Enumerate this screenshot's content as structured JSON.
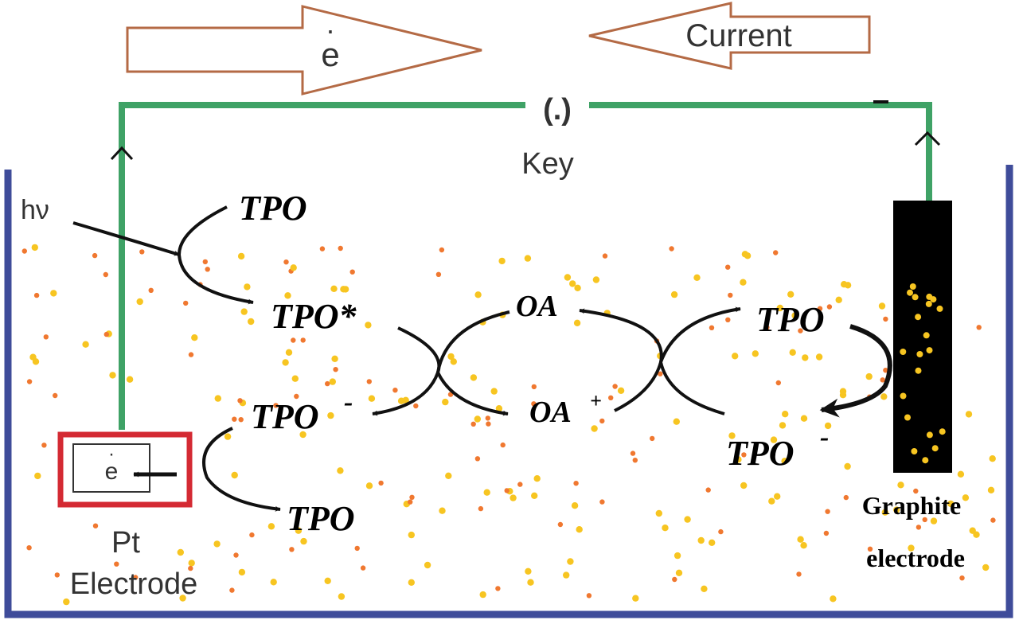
{
  "colors": {
    "wire": "#3fa266",
    "vessel": "#3f4c9a",
    "big_arrow": "#b46a45",
    "pt_box": "#d42a33",
    "graphite": "#000000",
    "particle_orange": "#f07830",
    "particle_yellow": "#f7c521"
  },
  "top": {
    "electron_label": "e",
    "current_label": "Current",
    "key_symbol": "(.)",
    "key_label": "Key"
  },
  "light_label": "hν",
  "species": {
    "tpo_top": "TPO",
    "tpo_star": "TPO*",
    "oa_top": "OA",
    "tpo_right": "TPO",
    "tpo_minus_left": "TPO",
    "oa_plus": "OA",
    "tpo_minus_right": "TPO",
    "tpo_bottom": "TPO"
  },
  "charges": {
    "minus": "-",
    "plus": "+"
  },
  "electrodes": {
    "pt_electron": "e",
    "pt_line1": "Pt",
    "pt_line2": "Electrode",
    "graphite_line1": "Graphite",
    "graphite_line2": "electrode"
  }
}
